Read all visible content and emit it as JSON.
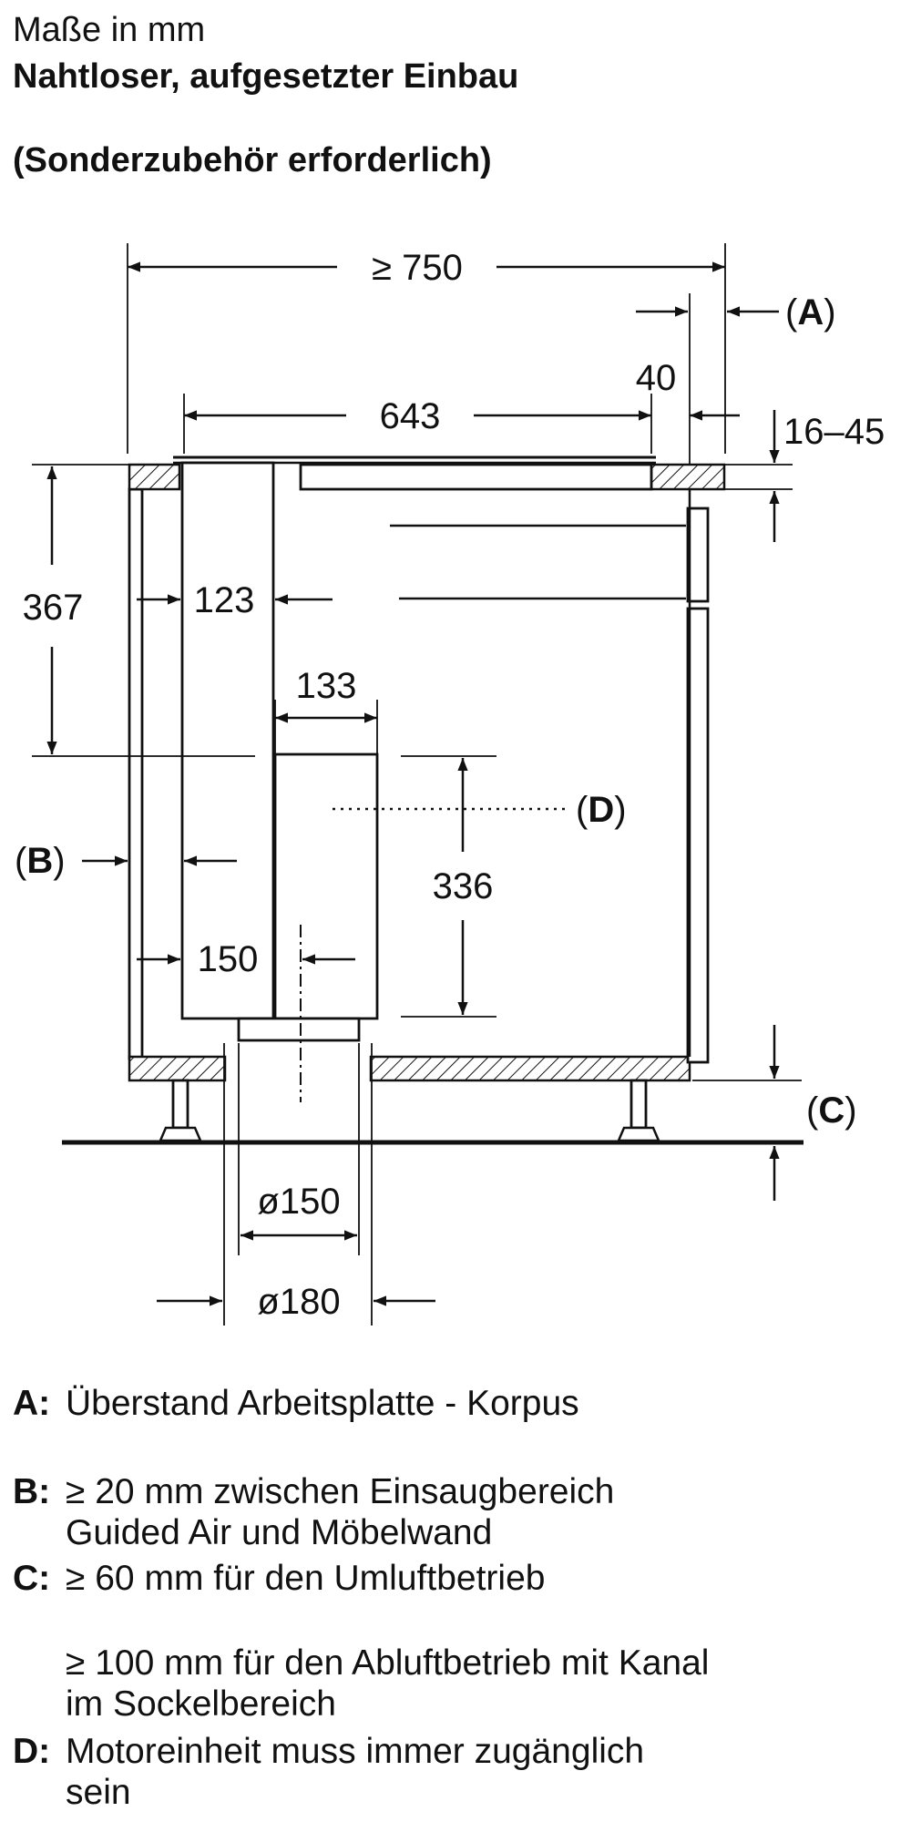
{
  "header": {
    "units": "Maße in mm",
    "title": "Nahtloser, aufgesetzter Einbau",
    "subtitle": "(Sonderzubehör erforderlich)"
  },
  "dimensions": {
    "total_width": "≥ 750",
    "cooktop_width": "643",
    "offset_40": "40",
    "countertop_thickness": "16–45",
    "height_367": "367",
    "channel_123": "123",
    "motor_width_133": "133",
    "motor_height_336": "336",
    "side_150": "150",
    "duct_150": "ø150",
    "duct_180": "ø180"
  },
  "callouts": {
    "a_open": "(",
    "a_key": "A",
    "a_close": ")",
    "b_open": "(",
    "b_key": "B",
    "b_close": ")",
    "c_open": "(",
    "c_key": "C",
    "c_close": ")",
    "d_open": "(",
    "d_key": "D",
    "d_close": ")"
  },
  "legend": {
    "a_key": "A:",
    "a_line1": "Überstand Arbeitsplatte - Korpus",
    "b_key": "B:",
    "b_line1": "≥ 20 mm zwischen Einsaugbereich",
    "b_line2": "Guided Air und Möbelwand",
    "c_key": "C:",
    "c_line1": "≥ 60 mm für den Umluftbetrieb",
    "c_line2": "≥ 100 mm für den Abluftbetrieb mit Kanal",
    "c_line3": "im Sockelbereich",
    "d_key": "D:",
    "d_line1": "Motoreinheit muss immer zugänglich",
    "d_line2": "sein"
  }
}
